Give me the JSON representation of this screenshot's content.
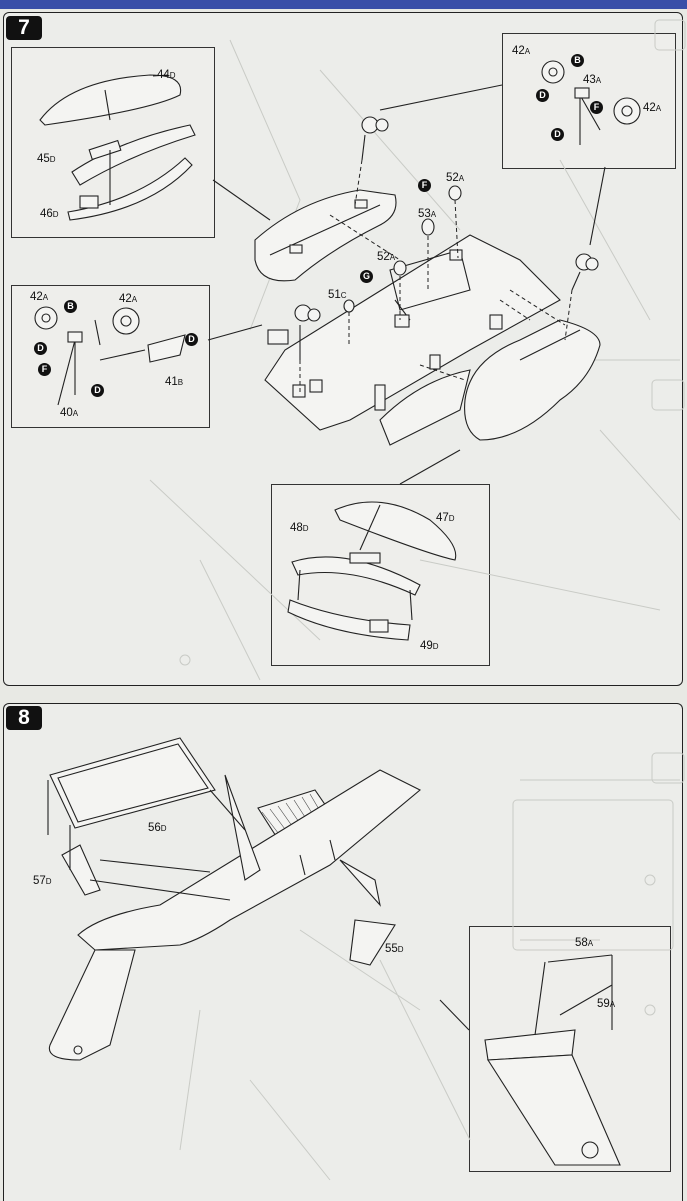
{
  "steps": {
    "step7": {
      "number": "7",
      "part_labels": {
        "p44": {
          "num": "44",
          "sprue": "D"
        },
        "p45": {
          "num": "45",
          "sprue": "D"
        },
        "p46": {
          "num": "46",
          "sprue": "D"
        },
        "p42a_tr1": {
          "num": "42",
          "sprue": "A"
        },
        "p43": {
          "num": "43",
          "sprue": "A"
        },
        "p42a_tr2": {
          "num": "42",
          "sprue": "A"
        },
        "p52a_1": {
          "num": "52",
          "sprue": "A"
        },
        "p53": {
          "num": "53",
          "sprue": "A"
        },
        "p52a_2": {
          "num": "52",
          "sprue": "A"
        },
        "p51": {
          "num": "51",
          "sprue": "C"
        },
        "p42a_l1": {
          "num": "42",
          "sprue": "A"
        },
        "p42a_l2": {
          "num": "42",
          "sprue": "A"
        },
        "p41": {
          "num": "41",
          "sprue": "B"
        },
        "p40": {
          "num": "40",
          "sprue": "A"
        },
        "p48": {
          "num": "48",
          "sprue": "D"
        },
        "p47": {
          "num": "47",
          "sprue": "D"
        },
        "p49": {
          "num": "49",
          "sprue": "D"
        }
      },
      "callouts": {
        "tr_b": "B",
        "tr_d1": "D",
        "tr_f": "F",
        "tr_d2": "D",
        "mid_f": "F",
        "mid_g": "G",
        "l_b": "B",
        "l_d1": "D",
        "l_f": "F",
        "l_d2": "D",
        "l_d3": "D"
      }
    },
    "step8": {
      "number": "8",
      "part_labels": {
        "p56": {
          "num": "56",
          "sprue": "D"
        },
        "p57": {
          "num": "57",
          "sprue": "D"
        },
        "p55": {
          "num": "55",
          "sprue": "D"
        },
        "p58": {
          "num": "58",
          "sprue": "A"
        },
        "p59": {
          "num": "59",
          "sprue": "A"
        }
      }
    }
  },
  "icons": [
    "wheel-icon",
    "nacelle-icon",
    "assembly-arrow-icon",
    "tail-fin-icon"
  ]
}
